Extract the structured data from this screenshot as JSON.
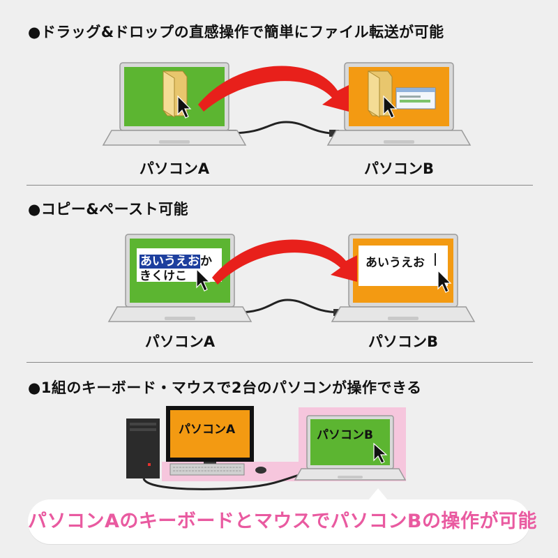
{
  "sections": [
    {
      "title": "●ドラッグ&ドロップの直感操作で簡単にファイル転送が可能",
      "pc_a": "パソコンA",
      "pc_b": "パソコンB"
    },
    {
      "title": "●コピー&ペースト可能",
      "pc_a": "パソコンA",
      "pc_b": "パソコンB",
      "source_text_selected": "あいうえお",
      "source_text_rest": "か",
      "source_text_line2": "きくけこ",
      "pasted_text": "あいうえお"
    },
    {
      "title": "●1組のキーボード・マウスで2台のパソコンが操作できる",
      "monitor_label": "パソコンA",
      "laptop_label": "パソコンB",
      "callout": "パソコンAのキーボードとマウスでパソコンBの操作が可能"
    }
  ],
  "colors": {
    "green_screen": "#5cb531",
    "orange_screen": "#f39a12",
    "red_arrow": "#e8201b",
    "pink_highlight": "#f6c6dd",
    "callout_text": "#e95aa0",
    "selection": "#1d3f9e"
  },
  "icons": [
    "folder-icon",
    "cursor-icon",
    "dialog-window-icon",
    "curved-arrow-icon",
    "usb-cable-icon",
    "text-caret-icon",
    "desktop-tower-icon",
    "keyboard-icon",
    "mouse-icon"
  ]
}
